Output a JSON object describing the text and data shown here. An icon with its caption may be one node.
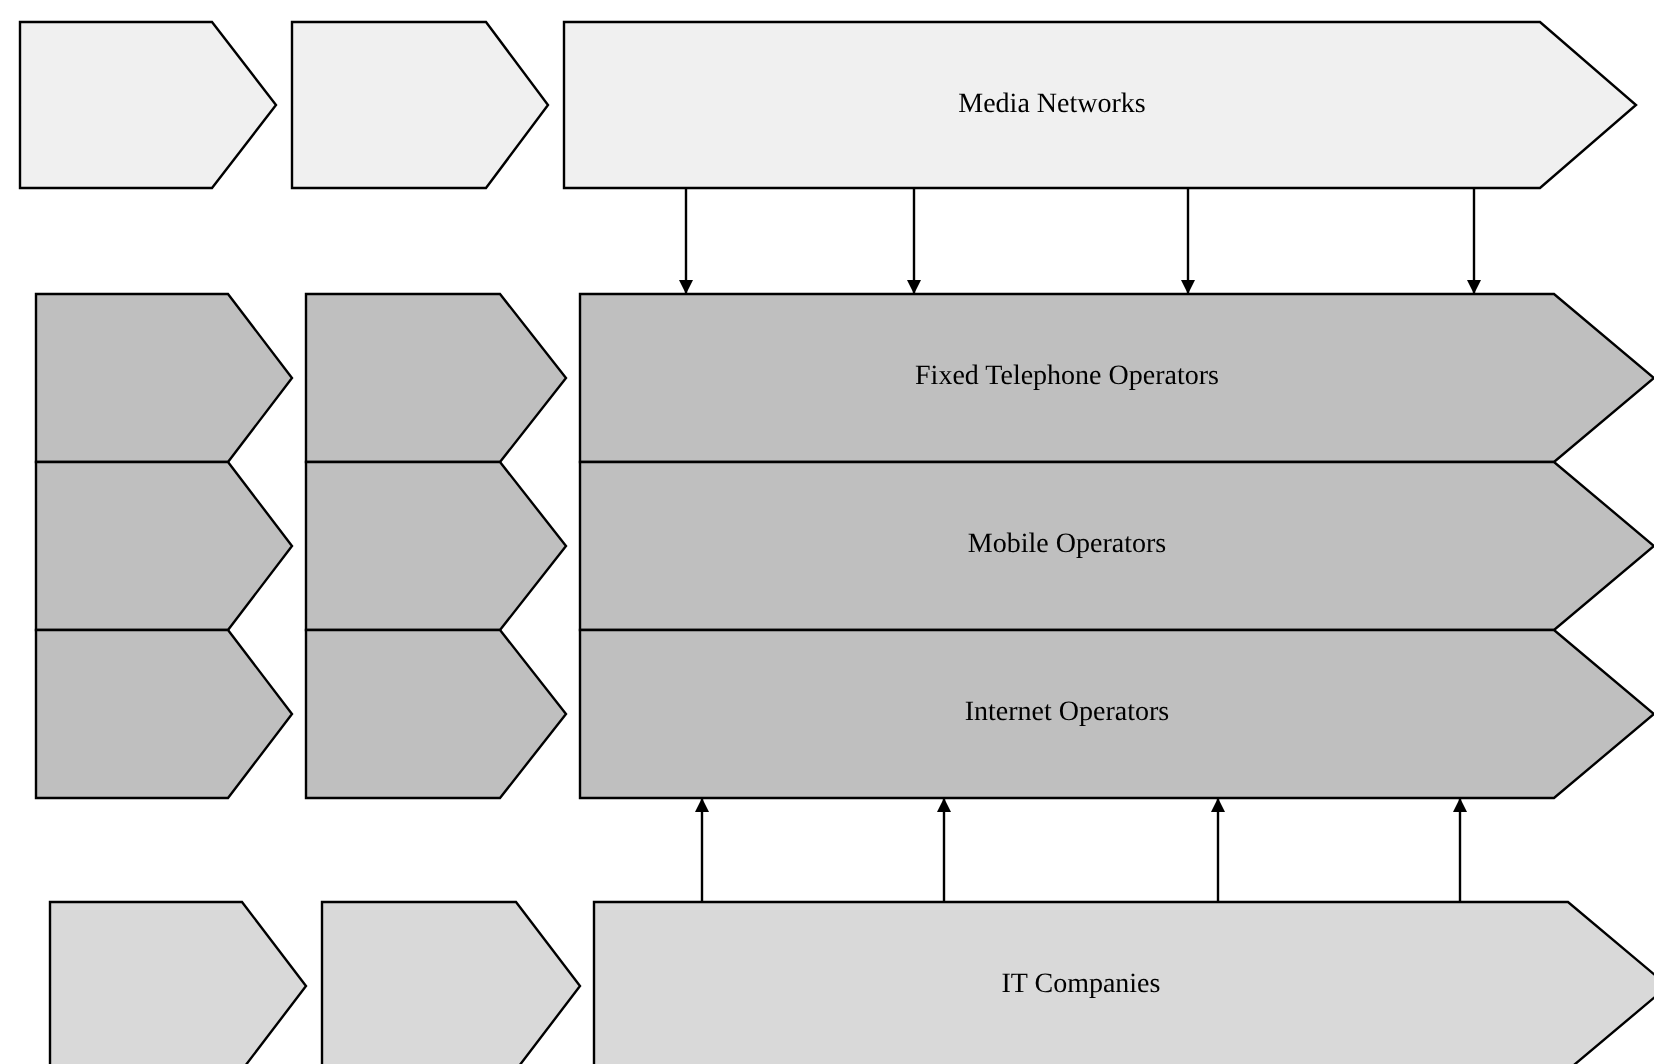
{
  "diagram": {
    "nodes": [
      {
        "text": [],
        "shape": "chevron"
      },
      {
        "text": [],
        "shape": "chevron"
      },
      {
        "text": [
          "Media Networks"
        ]
      },
      {
        "text": [],
        "shape": "chevron"
      },
      {
        "text": [],
        "shape": "chevron"
      },
      {
        "text": [
          "Fixed Telephone Operators"
        ]
      },
      {
        "text": [],
        "shape": "chevron"
      },
      {
        "text": [],
        "shape": "chevron"
      },
      {
        "text": [
          "Mobile Operators"
        ]
      },
      {
        "text": [],
        "shape": "chevron"
      },
      {
        "text": [],
        "shape": "chevron"
      },
      {
        "text": [
          "Internet Operators"
        ]
      },
      {
        "text": [],
        "shape": "chevron"
      },
      {
        "text": [],
        "shape": "chevron"
      },
      {
        "text": [
          "IT Companies"
        ]
      }
    ],
    "edges": [
      {
        "from": 2,
        "to": 5,
        "arrow": "to"
      },
      {
        "from": 2,
        "to": 5,
        "arrow": "to"
      },
      {
        "from": 2,
        "to": 5,
        "arrow": "to"
      },
      {
        "from": 2,
        "to": 5,
        "arrow": "to"
      },
      {
        "from": 14,
        "to": 11,
        "arrow": "to"
      },
      {
        "from": 14,
        "to": 11,
        "arrow": "to"
      },
      {
        "from": 14,
        "to": 11,
        "arrow": "to"
      },
      {
        "from": 14,
        "to": 11,
        "arrow": "to"
      }
    ]
  }
}
